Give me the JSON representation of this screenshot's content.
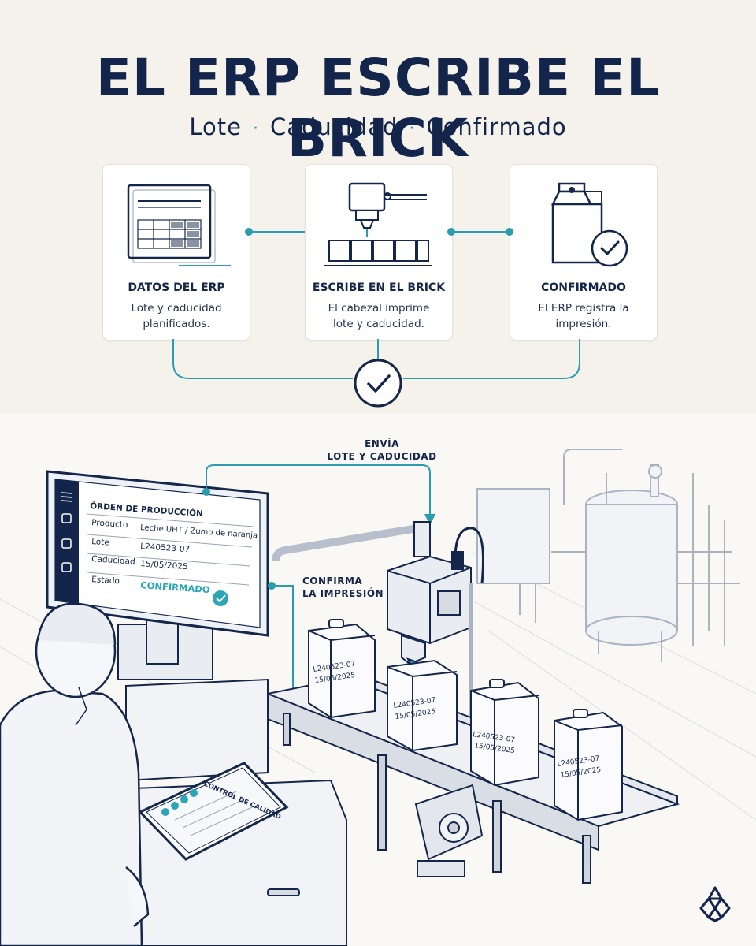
{
  "title": "EL ERP ESCRIBE EL BRICK",
  "subtitle": {
    "part1": "Lote",
    "part2": "Caducidad",
    "part3": "Confirmado",
    "separator": "·"
  },
  "cards": [
    {
      "title": "DATOS DEL ERP",
      "desc": "Lote y caducidad planificados.",
      "icon": "spreadsheet-icon"
    },
    {
      "title": "ESCRIBE EN EL BRICK",
      "desc": "El cabezal imprime lote y caducidad.",
      "icon": "print-head-icon"
    },
    {
      "title": "CONFIRMADO",
      "desc": "El ERP registra la impresión.",
      "icon": "carton-check-icon"
    }
  ],
  "flow_labels": {
    "send_line1": "ENVÍA",
    "send_line2": "LOTE Y CADUCIDAD",
    "confirm_line1": "CONFIRMA",
    "confirm_line2": "LA IMPRESIÓN"
  },
  "monitor": {
    "header": "ÓRDEN DE PRODUCCIÓN",
    "rows": [
      {
        "label": "Producto",
        "value": "Leche UHT / Zumo de naranja"
      },
      {
        "label": "Lote",
        "value": "L240523-07"
      },
      {
        "label": "Caducidad",
        "value": "15/05/2025"
      },
      {
        "label": "Estado",
        "value": "CONFIRMADO"
      }
    ]
  },
  "tablet": {
    "title": "CONTROL DE CALIDAD"
  },
  "carton": {
    "lot": "L240523-07",
    "date": "15/05/2025"
  },
  "colors": {
    "navy": "#13254a",
    "teal": "#2a9bb0",
    "background": "#f5f2ec"
  }
}
